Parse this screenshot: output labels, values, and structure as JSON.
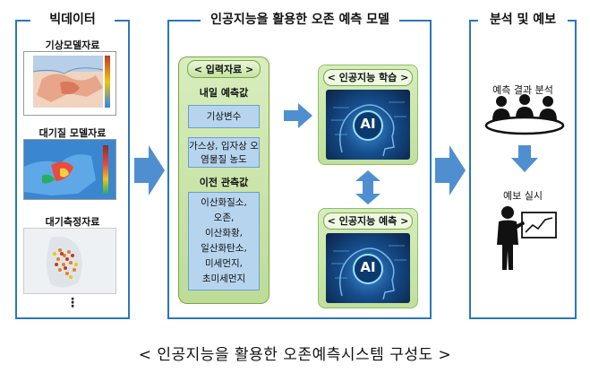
{
  "colors": {
    "panel_border": "#2a78b8",
    "arrow": "#4f8fd0",
    "green_box": "#bcdc97",
    "blue_box": "#b7d4ee",
    "ai_dark": "#164d8c"
  },
  "big_data": {
    "title": "빅데이터",
    "items": [
      {
        "label": "기상모델자료"
      },
      {
        "label": "대기질 모델자료"
      },
      {
        "label": "대기측정자료"
      }
    ],
    "more": "⋮"
  },
  "model": {
    "title": "인공지능을 활용한 오존 예측 모델",
    "input": {
      "title": "< 입력자료 >",
      "tomorrow_label": "내일 예측값",
      "tomorrow_items": [
        "기상변수",
        "가스상, 입자상 오염물질 농도"
      ],
      "previous_label": "이전 관측값",
      "previous_items": [
        "이산화질소,",
        "오존,",
        "이산화황,",
        "일산화탄소,",
        "미세먼지,",
        "초미세먼지"
      ]
    },
    "ai_learning": {
      "title": "< 인공지능 학습 >",
      "badge": "AI"
    },
    "ai_prediction": {
      "title": "< 인공지능 예측 >",
      "badge": "AI"
    }
  },
  "analysis": {
    "title": "분석 및 예보",
    "result_label": "예측 결과 분석",
    "forecast_label": "예보 실시"
  },
  "caption": "< 인공지능을 활용한 오존예측시스템 구성도 >"
}
